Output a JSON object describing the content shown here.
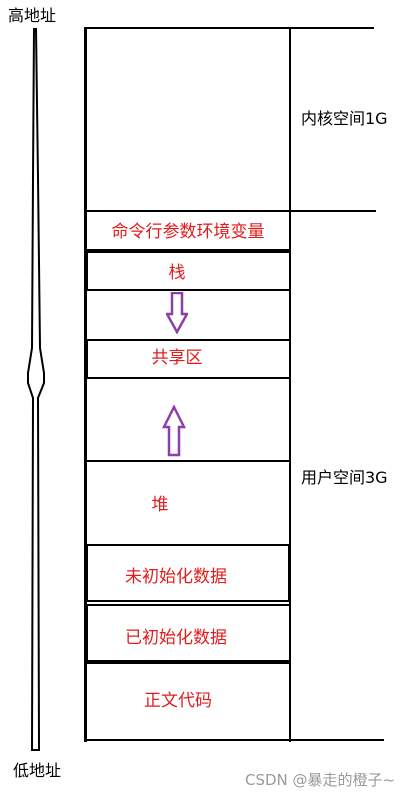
{
  "address": {
    "high": "高地址",
    "low": "低地址"
  },
  "kernel": {
    "label": "内核空间1G"
  },
  "user": {
    "label": "用户空间3G"
  },
  "segments": {
    "cmdline_env": "命令行参数环境变量",
    "stack": "栈",
    "shared": "共享区",
    "heap": "堆",
    "bss": "未初始化数据",
    "data": "已初始化数据",
    "text": "正文代码"
  },
  "colors": {
    "segment_text": "#e21c1c",
    "arrow": "#8e3fa6",
    "border": "#000000"
  },
  "watermark": "CSDN @暴走的橙子~"
}
